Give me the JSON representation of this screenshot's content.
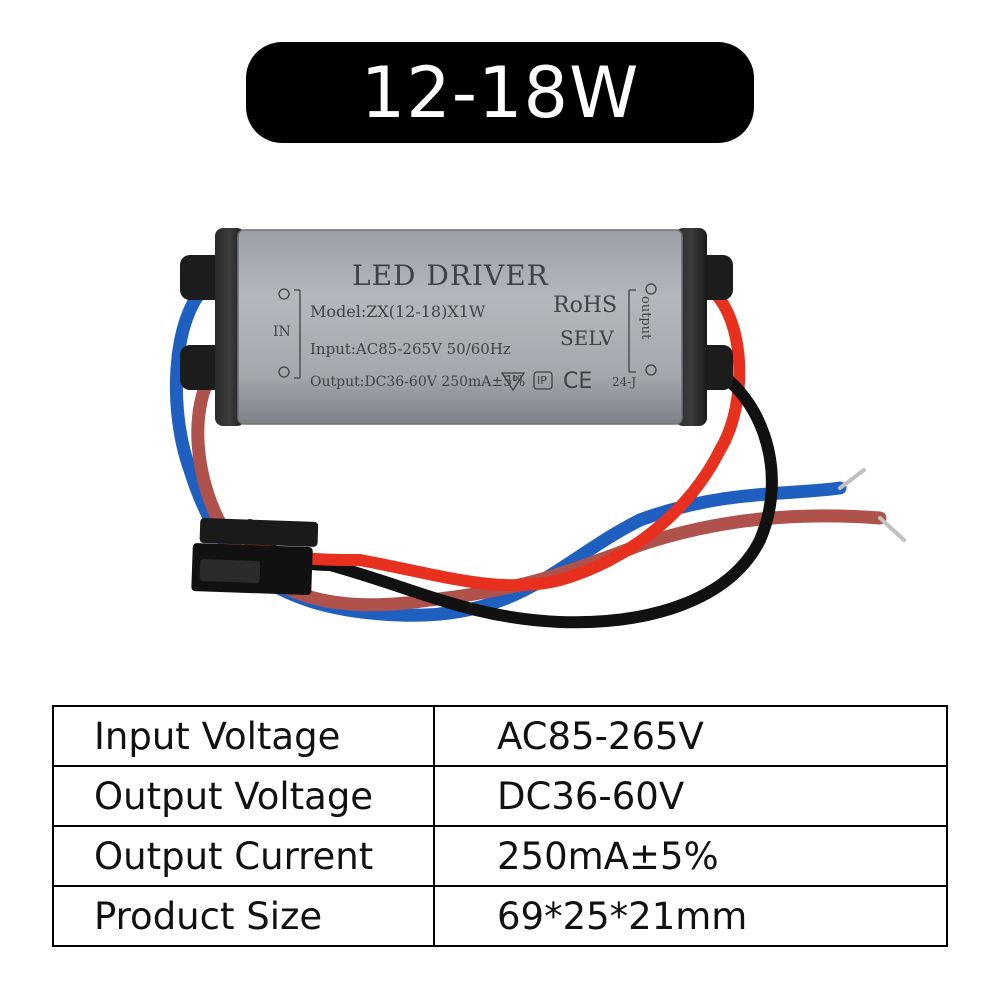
{
  "title": "12-18W",
  "device": {
    "heading": "LED DRIVER",
    "model": "Model:ZX(12-18)X1W",
    "input": "Input:AC85-265V 50/60Hz",
    "output": "Output:DC36-60V 250mA±5%",
    "in_label": "IN",
    "rohs": "RoHS",
    "selv": "SELV",
    "output_label": "output",
    "ce_mark": "CE",
    "code": "24-J",
    "temp_mark": "110",
    "ip_mark": "IP"
  },
  "specs": [
    {
      "label": "Input Voltage",
      "value": "AC85-265V"
    },
    {
      "label": "Output Voltage",
      "value": "DC36-60V"
    },
    {
      "label": "Output Current",
      "value": "250mA±5%"
    },
    {
      "label": "Product Size",
      "value": "69*25*21mm"
    }
  ],
  "colors": {
    "pill": "#000000",
    "housing": "#9ca0a6",
    "wire_blue": "#1e5fc0",
    "wire_red": "#e8301e",
    "wire_brown": "#b0524c",
    "wire_black": "#111111"
  }
}
